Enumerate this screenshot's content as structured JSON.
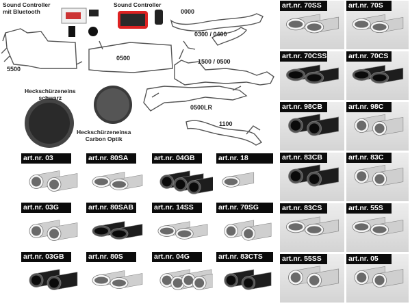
{
  "diagram": {
    "sound_controller_bt": "Sound Controller\nmit Bluetooth",
    "sound_controller": "Sound Controller",
    "parts": {
      "p5500": "5500",
      "p0500": "0500",
      "p0000": "0000",
      "p0300_0400": "0300 / 0400",
      "p1500_0500": "1500 / 0500",
      "p0500LR": "0500LR",
      "p1100": "1100"
    },
    "diffuser_black": "Heckschürzeneins\nschwarz",
    "diffuser_carbon": "Heckschürzeneinsa\nCarbon Optik"
  },
  "right_grid": [
    {
      "label": "art.nr. 70SS",
      "style": "chrome-oval-pair"
    },
    {
      "label": "art.nr. 70S",
      "style": "chrome-oval-pair"
    },
    {
      "label": "art.nr. 70CSS",
      "style": "carbon-oval-pair"
    },
    {
      "label": "art.nr. 70CS",
      "style": "carbon-oval-pair"
    },
    {
      "label": "art.nr. 98CB",
      "style": "carbon-round-pair"
    },
    {
      "label": "art.nr. 98C",
      "style": "chrome-round-pair"
    },
    {
      "label": "art.nr. 83CB",
      "style": "carbon-round-pair"
    },
    {
      "label": "art.nr. 83C",
      "style": "chrome-round-pair"
    },
    {
      "label": "art.nr. 83CS",
      "style": "chrome-slash-pair"
    },
    {
      "label": "art.nr. 55S",
      "style": "chrome-slash-pair"
    },
    {
      "label": "art.nr. 55SS",
      "style": "chrome-round-pair"
    },
    {
      "label": "art.nr. 05",
      "style": "chrome-round-pair"
    }
  ],
  "bottom_grid": [
    {
      "label": "art.nr. 03",
      "style": "chrome-round-pair"
    },
    {
      "label": "art.nr. 80SA",
      "style": "chrome-oval-pair"
    },
    {
      "label": "art.nr. 04GB",
      "style": "black-square-trio"
    },
    {
      "label": "art.nr. 18",
      "style": "chrome-oval-single"
    },
    {
      "label": "art.nr. 03G",
      "style": "chrome-round-pair"
    },
    {
      "label": "art.nr. 80SAB",
      "style": "black-oval-pair"
    },
    {
      "label": "art.nr. 14SS",
      "style": "chrome-oval-pair"
    },
    {
      "label": "art.nr. 70SG",
      "style": "chrome-round-pair"
    },
    {
      "label": "art.nr. 03GB",
      "style": "black-round-pair"
    },
    {
      "label": "art.nr. 80S",
      "style": "chrome-oval-pair"
    },
    {
      "label": "art.nr. 04G",
      "style": "chrome-round-quad"
    },
    {
      "label": "art.nr. 83CTS",
      "style": "carbon-round-pair"
    }
  ]
}
